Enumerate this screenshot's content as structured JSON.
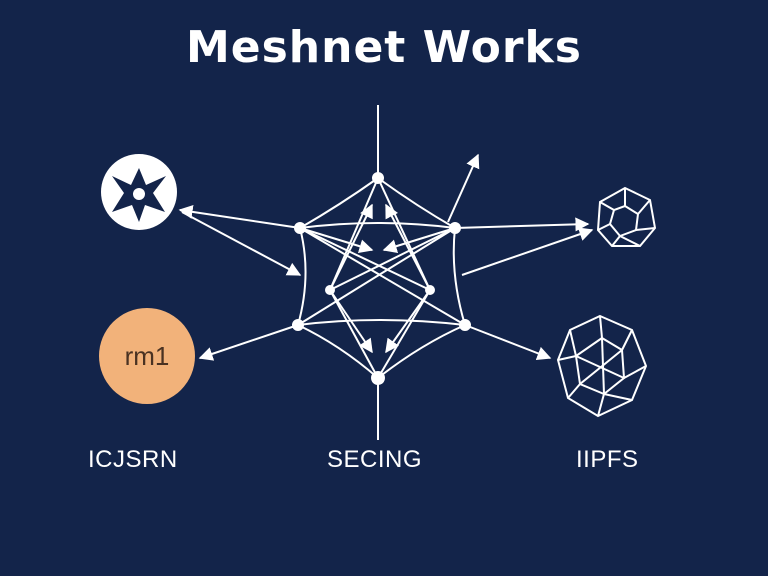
{
  "title": "Meshnet  Works",
  "nodes": {
    "left_bottom_logo_text": "rm1",
    "left_label": "ICJSRN",
    "center_label": "SECING",
    "right_label": "IIPFS"
  },
  "icons": {
    "left_top": "star-emblem-icon",
    "left_bottom": "rm1-badge-icon",
    "right_top": "small-polyhedron-icon",
    "right_bottom": "large-polyhedron-icon",
    "center": "mesh-network-icon"
  },
  "colors": {
    "background": "#13244a",
    "foreground": "#ffffff",
    "badge": "#f2b27a"
  }
}
